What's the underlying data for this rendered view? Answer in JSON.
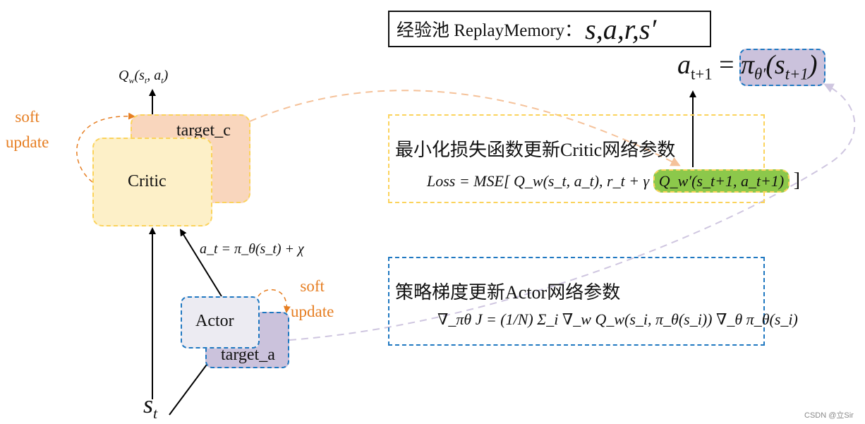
{
  "replay_memory": {
    "label": "经验池 ReplayMemory：",
    "tuple": "s,a,r,s′"
  },
  "critic": {
    "label": "Critic",
    "target_label": "target_c",
    "output_formula": "Q_w(s_t, a_t)",
    "output_q": "Q",
    "output_q_sub": "w",
    "output_args": "(s",
    "output_args_sub1": "t",
    "output_args_mid": ", a",
    "output_args_sub2": "t",
    "output_args_end": ")"
  },
  "actor": {
    "label": "Actor",
    "target_label": "target_a",
    "action_formula": "a_t = π_θ(s_t) + χ"
  },
  "soft_update": {
    "critic_line1": "soft",
    "critic_line2": "update",
    "actor_line1": "soft",
    "actor_line2": "update"
  },
  "state_input": {
    "symbol": "s",
    "subscript": "t"
  },
  "next_action": {
    "lhs": "a",
    "lhs_sub": "t+1",
    "equals": "=",
    "rhs": "π",
    "rhs_sub": "θ′",
    "rhs_args": "(s",
    "rhs_args_sub": "t+1",
    "rhs_close": ")"
  },
  "critic_update": {
    "heading": "最小化损失函数更新Critic网络参数",
    "formula_prefix": "Loss = MSE[ Q_w(s_t, a_t), r_t + γ",
    "formula_highlight": "Q_w′(s_t+1, a_t+1)",
    "formula_suffix": "]"
  },
  "actor_update": {
    "heading": "策略梯度更新Actor网络参数",
    "formula": "∇_πθ J = (1/N) Σ_i ∇_w Q_w(s_i, π_θ(s_i)) ∇_θ π_θ(s_i)"
  },
  "watermark": "CSDN @立Sir",
  "colors": {
    "orange_text": "#e67e22",
    "critic_fill": "#fdf0c8",
    "target_c_fill": "#f9d6bd",
    "yellow_dash": "#fbd35c",
    "blue_dash": "#1f78c1",
    "actor_fill": "#ecebf2",
    "target_a_fill": "#cbc2dc",
    "green_fill": "#8cc84b",
    "peach_arrow": "#f5c29a",
    "lavender_arrow": "#cfc6e0"
  }
}
